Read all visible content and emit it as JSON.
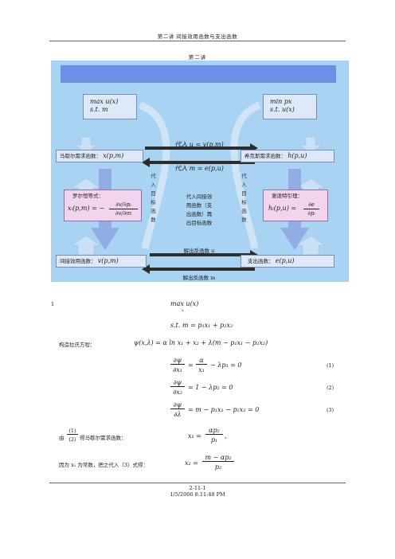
{
  "header": {
    "running_title": "第二讲 间接效用函数与支出函数",
    "section_title": "第二讲"
  },
  "diagram": {
    "utility_problem": {
      "line1": "max  u(x)",
      "line1_sub": "x",
      "line2": "s.t.  m"
    },
    "expenditure_problem": {
      "line1": "min   px",
      "line1_sub": "x",
      "line2": "s.t.  u(x)"
    },
    "marshallian_demand": {
      "label": "马歇尔需求函数：",
      "formula": "x(p,m)"
    },
    "hicksian_demand": {
      "label": "希克斯需求函数：",
      "formula": "h(p,u)"
    },
    "roy_identity": {
      "label": "罗尔恒等式：",
      "lhs": "xᵢ(p,m) = −",
      "num": "∂v/∂pᵢ",
      "den": "∂v/∂m"
    },
    "shephard_lemma": {
      "label": "谢泼特引理：",
      "lhs": "hᵢ(p,u) =",
      "num": "∂e",
      "den": "∂pᵢ"
    },
    "indirect_utility": {
      "label": "间接效用函数：",
      "formula": "v(p,m)"
    },
    "expenditure_function": {
      "label": "支出函数：",
      "formula": "e(p,u)"
    },
    "arrow_top_upper": "代入 u = v(p,m)",
    "arrow_top_lower": "代入 m = e(p,u)",
    "vertical_left": [
      "代",
      "入",
      "目",
      "标",
      "函",
      "数"
    ],
    "vertical_right": [
      "代",
      "入",
      "目",
      "标",
      "函",
      "数"
    ],
    "center_text": [
      "代入间接效",
      "用函数（支",
      "出函数）再",
      "出目标函数"
    ],
    "arrow_bottom_upper": "解出反函数 u",
    "arrow_bottom_lower": "解出反函数 m"
  },
  "derivation": {
    "item_number": "1",
    "objective": "max   u(x)",
    "objective_sub": "x",
    "constraint": "s.t.  m = p₁x₁ + p₂x₂",
    "lagrangian_label": "构造拉氏方程：",
    "lagrangian": "ψ(x,λ) = α ln x₁ + x₂ + λ(m − p₁x₁ − p₂x₂)",
    "eq1_lhs_num": "∂ψ",
    "eq1_lhs_den": "∂x₁",
    "eq1_mid_num": "α",
    "eq1_mid_den": "x₁",
    "eq1_rhs": "− λp₁ = 0",
    "eq1_tag": "(1)",
    "eq2_lhs_num": "∂ψ",
    "eq2_lhs_den": "∂x₂",
    "eq2_rhs": "= 1 − λp₂ = 0",
    "eq2_tag": "(2)",
    "eq3_lhs_num": "∂ψ",
    "eq3_lhs_den": "∂λ",
    "eq3_rhs": "= m − p₁x₁ − p₂x₂ = 0",
    "eq3_tag": "(3)",
    "from_label": "由",
    "from_num": "(1)",
    "from_den": "(2)",
    "from_text": "得马歇尔需求函数：",
    "x1_lhs": "x₁ =",
    "x1_num": "αp₂",
    "x1_den": "p₁",
    "x1_tail": ",",
    "then_text": "因为 x₁ 为常数，把之代入（3）式得：",
    "x2_lhs": "x₂ =",
    "x2_num": "m − αp₂",
    "x2_den": "p₂"
  },
  "footer": {
    "page": "2-11-1",
    "timestamp": "1/5/2006   8:11:48 PM"
  }
}
